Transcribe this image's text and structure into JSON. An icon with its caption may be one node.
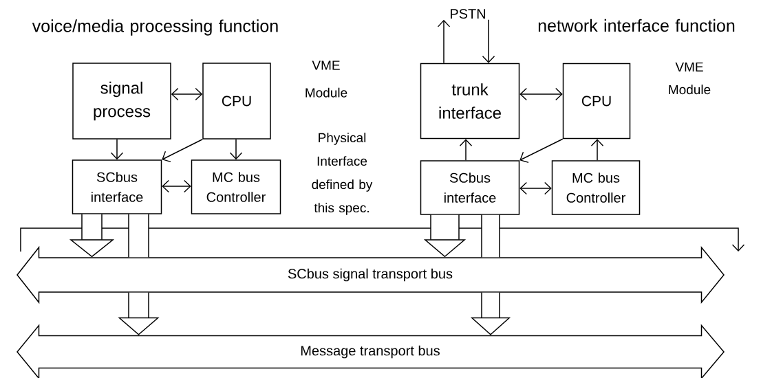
{
  "diagram": {
    "nodes": [
      {
        "text": [
          "signal process"
        ]
      },
      {
        "text": [
          "CPU"
        ]
      },
      {
        "text": [
          "SCbus interface"
        ]
      },
      {
        "text": [
          "MC bus Controller"
        ]
      },
      {
        "text": [
          "trunk interface"
        ]
      },
      {
        "text": [
          "CPU"
        ]
      },
      {
        "text": [
          "SCbus interface"
        ]
      },
      {
        "text": [
          "MC bus Controller"
        ]
      },
      {
        "text": [
          "PSTN"
        ]
      },
      {
        "text": [
          "SCbus signal transport bus"
        ]
      },
      {
        "text": [
          "Message transport bus"
        ]
      }
    ],
    "edges": [
      {
        "from": 0,
        "to": 1,
        "arrow": "both"
      },
      {
        "from": 0,
        "to": 2,
        "arrow": "to"
      },
      {
        "from": 1,
        "to": 2,
        "arrow": "to"
      },
      {
        "from": 1,
        "to": 3,
        "arrow": "to"
      },
      {
        "from": 2,
        "to": 3,
        "arrow": "both"
      },
      {
        "from": 2,
        "to": 9,
        "arrow": "to",
        "style": "thick"
      },
      {
        "from": 2,
        "to": 9,
        "arrow": "none",
        "style": "thick"
      },
      {
        "from": 4,
        "to": 8,
        "arrow": "to"
      },
      {
        "from": 8,
        "to": 4,
        "arrow": "to"
      },
      {
        "from": 4,
        "to": 5,
        "arrow": "both"
      },
      {
        "from": 6,
        "to": 4,
        "arrow": "to"
      },
      {
        "from": 5,
        "to": 6,
        "arrow": "to"
      },
      {
        "from": 7,
        "to": 5,
        "arrow": "to"
      },
      {
        "from": 6,
        "to": 7,
        "arrow": "both"
      },
      {
        "from": 6,
        "to": 9,
        "arrow": "to",
        "style": "thick"
      },
      {
        "from": 6,
        "to": 9,
        "arrow": "none",
        "style": "thick"
      },
      {
        "from": 9,
        "to": 10,
        "arrow": "to",
        "style": "thick"
      },
      {
        "from": 9,
        "to": 10,
        "arrow": "to",
        "style": "thick"
      }
    ],
    "labels": [
      "voice/media processing function",
      "network interface function",
      "VME Module",
      "VME Module",
      "Physical Interface defined by this spec."
    ]
  }
}
